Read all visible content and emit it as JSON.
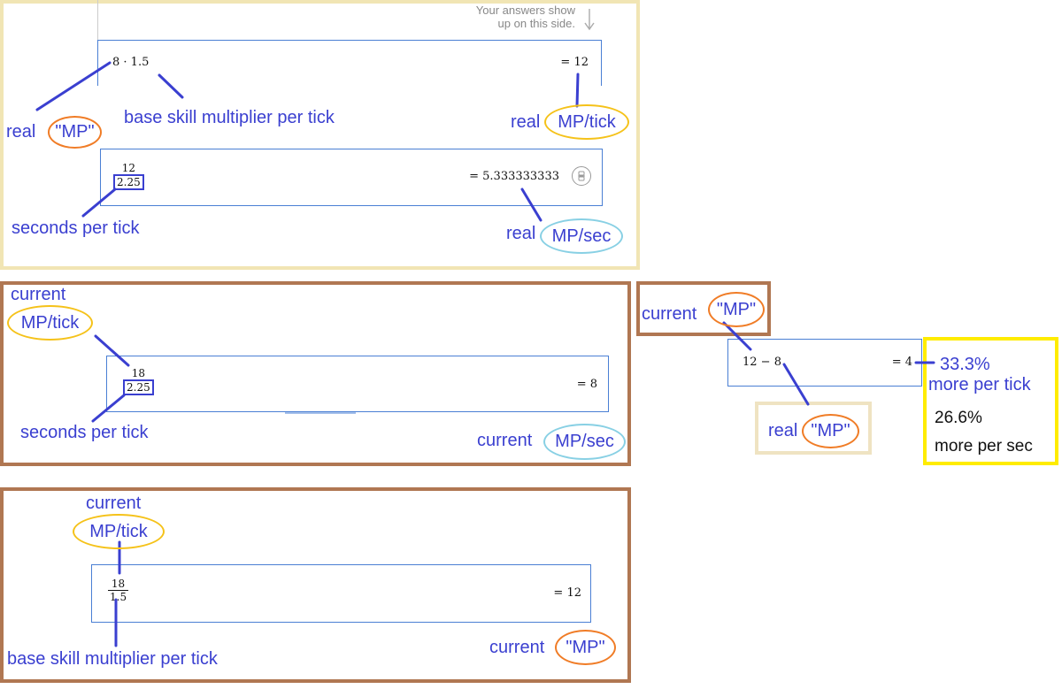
{
  "hint": {
    "line1": "Your answers show",
    "line2": "up on this side."
  },
  "expr1": {
    "input": "8 · 1.5",
    "result": "= 12"
  },
  "expr2": {
    "numerator": "12",
    "denominator": "2.25",
    "result": "= 5.333333333",
    "toggle_icon": "fraction-toggle-icon"
  },
  "expr3": {
    "numerator": "18",
    "denominator": "2.25",
    "result": "= 8"
  },
  "expr4": {
    "input": "12 − 8",
    "result": "= 4"
  },
  "expr5": {
    "numerator": "18",
    "denominator": "1.5",
    "result": "= 12"
  },
  "labels": {
    "real": "real",
    "mp_quoted": "\"MP\"",
    "base_multiplier": "base skill multiplier per tick",
    "mp_tick": "MP/tick",
    "seconds_per_tick": "seconds per tick",
    "mp_sec": "MP/sec",
    "current": "current",
    "pct_tick": "33.3%",
    "more_per_tick": "more per tick",
    "pct_sec": "26.6%",
    "more_per_sec": "more per sec"
  },
  "colors": {
    "annotation": "#3a3fd0",
    "orange": "#f07c26",
    "gold": "#f5c219",
    "cyan": "#88d0e4",
    "brown": "#b07752",
    "cream": "#f1e5b4",
    "yellow": "#ffec00",
    "expr_border": "#4a7fd4"
  }
}
